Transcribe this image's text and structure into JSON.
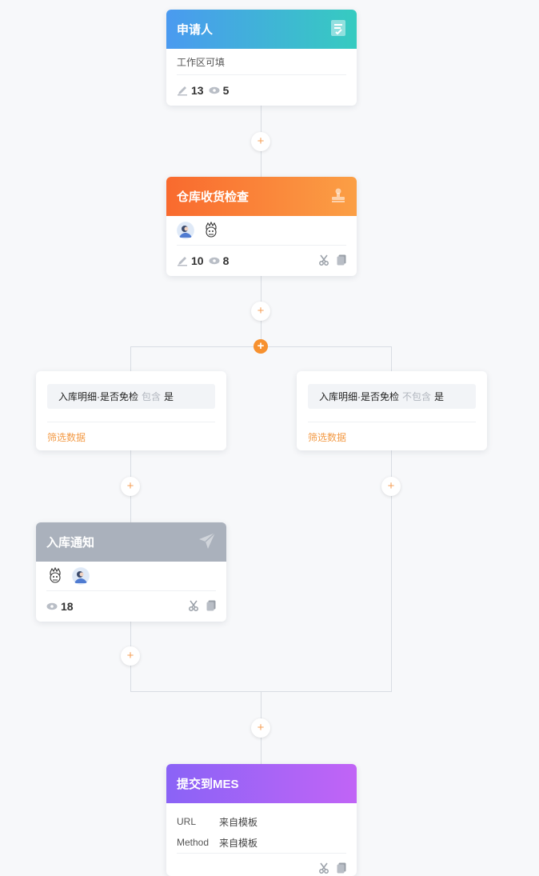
{
  "nodes": {
    "applicant": {
      "title": "申请人",
      "subtitle": "工作区可填",
      "edit_count": "13",
      "view_count": "5",
      "gradient": [
        "#4a9af0",
        "#36cbc0"
      ]
    },
    "warehouse_check": {
      "title": "仓库收货检查",
      "edit_count": "10",
      "view_count": "8",
      "gradient": [
        "#f96a2e",
        "#fb9f45"
      ]
    },
    "inbound_notice": {
      "title": "入库通知",
      "view_count": "18",
      "color": "#aab1bc"
    },
    "submit_mes": {
      "title": "提交到MES",
      "gradient": [
        "#8a63f6",
        "#c164f6"
      ],
      "fields": [
        {
          "key": "URL",
          "value": "来自模板"
        },
        {
          "key": "Method",
          "value": "来自模板"
        }
      ]
    }
  },
  "branches": {
    "left": {
      "field": "入库明细·是否免检",
      "operator": "包含",
      "value": "是",
      "filter_label": "筛选数据"
    },
    "right": {
      "field": "入库明细·是否免检",
      "operator": "不包含",
      "value": "是",
      "filter_label": "筛选数据"
    }
  },
  "add_symbol": "+",
  "branch_add_symbol": "+"
}
